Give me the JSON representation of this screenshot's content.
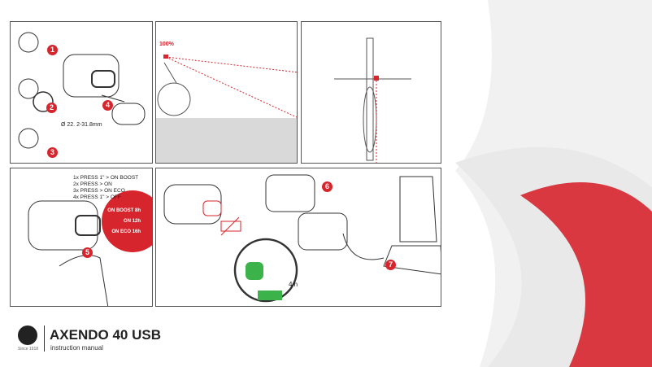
{
  "colors": {
    "accent": "#d7252d",
    "battery_green": "#3bb34a",
    "frame": "#555555",
    "grey_bg": "#d9d9d9"
  },
  "panel1": {
    "steps": [
      "1",
      "2",
      "3",
      "4"
    ],
    "diameter": "Ø 22. 2-31.8mm"
  },
  "panel2": {
    "beam_label": "100%"
  },
  "panel4": {
    "press_list": [
      "1x PRESS 1\" > ON BOOST",
      "2x PRESS > ON",
      "3x PRESS > ON ECO",
      "4x PRESS 1\" > OFF"
    ],
    "modes": [
      {
        "label": "ON BOOST",
        "time": "8h"
      },
      {
        "label": "ON",
        "time": "12h"
      },
      {
        "label": "ON ECO",
        "time": "16h"
      }
    ],
    "step": "5"
  },
  "panel5": {
    "steps": [
      "6",
      "7"
    ],
    "charge_time": "4 h"
  },
  "footer": {
    "product": "AXENDO 40 USB",
    "subtitle": "instruction manual",
    "logo_caption": "Since 1918"
  }
}
